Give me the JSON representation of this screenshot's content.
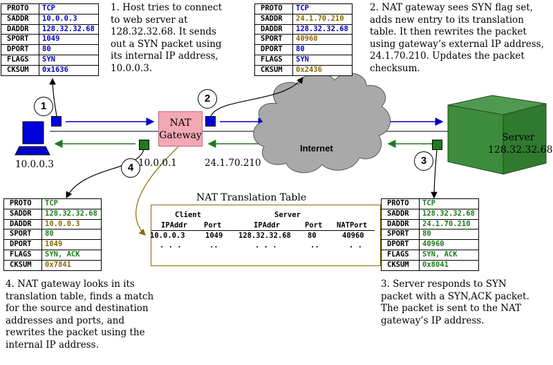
{
  "packets": {
    "p1": {
      "rows": [
        {
          "key": "PROTO",
          "value": "TCP",
          "color": "#0000cc"
        },
        {
          "key": "SADDR",
          "value": "10.0.0.3",
          "color": "#0000cc"
        },
        {
          "key": "DADDR",
          "value": "128.32.32.68",
          "color": "#0000cc"
        },
        {
          "key": "SPORT",
          "value": "1049",
          "color": "#0000cc"
        },
        {
          "key": "DPORT",
          "value": "80",
          "color": "#0000cc"
        },
        {
          "key": "FLAGS",
          "value": "SYN",
          "color": "#0000cc"
        },
        {
          "key": "CKSUM",
          "value": "0x1636",
          "color": "#0000cc"
        }
      ]
    },
    "p2": {
      "rows": [
        {
          "key": "PROTO",
          "value": "TCP",
          "color": "#0000cc"
        },
        {
          "key": "SADDR",
          "value": "24.1.70.210",
          "color": "#8a6a00"
        },
        {
          "key": "DADDR",
          "value": "128.32.32.68",
          "color": "#0000cc"
        },
        {
          "key": "SPORT",
          "value": "40960",
          "color": "#8a6a00"
        },
        {
          "key": "DPORT",
          "value": "80",
          "color": "#0000cc"
        },
        {
          "key": "FLAGS",
          "value": "SYN",
          "color": "#0000cc"
        },
        {
          "key": "CKSUM",
          "value": "0x2436",
          "color": "#8a6a00"
        }
      ]
    },
    "p3": {
      "rows": [
        {
          "key": "PROTO",
          "value": "TCP",
          "color": "#1f7a1f"
        },
        {
          "key": "SADDR",
          "value": "128.32.32.68",
          "color": "#1f7a1f"
        },
        {
          "key": "DADDR",
          "value": "24.1.70.210",
          "color": "#1f7a1f"
        },
        {
          "key": "SPORT",
          "value": "80",
          "color": "#1f7a1f"
        },
        {
          "key": "DPORT",
          "value": "40960",
          "color": "#1f7a1f"
        },
        {
          "key": "FLAGS",
          "value": "SYN, ACK",
          "color": "#1f7a1f"
        },
        {
          "key": "CKSUM",
          "value": "0x8041",
          "color": "#1f7a1f"
        }
      ]
    },
    "p4": {
      "rows": [
        {
          "key": "PROTO",
          "value": "TCP",
          "color": "#1f7a1f"
        },
        {
          "key": "SADDR",
          "value": "128.32.32.68",
          "color": "#1f7a1f"
        },
        {
          "key": "DADDR",
          "value": "10.0.0.3",
          "color": "#8a6a00"
        },
        {
          "key": "SPORT",
          "value": "80",
          "color": "#1f7a1f"
        },
        {
          "key": "DPORT",
          "value": "1049",
          "color": "#8a6a00"
        },
        {
          "key": "FLAGS",
          "value": "SYN, ACK",
          "color": "#1f7a1f"
        },
        {
          "key": "CKSUM",
          "value": "0x7841",
          "color": "#8a6a00"
        }
      ]
    }
  },
  "steps": {
    "s1": "1. Host tries to connect\nto web server at\n128.32.32.68. It sends\nout a SYN packet using\nits internal IP address,\n10.0.0.3.",
    "s2": "2. NAT gateway sees SYN flag set,\nadds new entry to its translation\ntable. It then rewrites the packet\nusing gateway’s external IP address,\n24.1.70.210. Updates the packet\nchecksum.",
    "s3": "3. Server responds to SYN\npacket with a SYN,ACK packet.\nThe packet is sent to the NAT\ngateway’s IP address.",
    "s4": "4. NAT gateway looks in its\ntranslation table, finds a match\nfor the source and destination\naddresses and ports, and\nrewrites the packet using the\ninternal IP address."
  },
  "badges": {
    "b1": "1",
    "b2": "2",
    "b3": "3",
    "b4": "4"
  },
  "host": {
    "ip": "10.0.0.3"
  },
  "nat": {
    "label_line1": "NAT",
    "label_line2": "Gateway",
    "internal_ip": "10.0.0.1",
    "external_ip": "24.1.70.210"
  },
  "internet": {
    "label": "Internet"
  },
  "server": {
    "label": "Server",
    "ip": "128.32.32.68"
  },
  "table": {
    "title": "NAT Translation Table",
    "group_client": "Client",
    "group_server": "Server",
    "headers": [
      "IPAddr",
      "Port",
      "IPAddr",
      "Port",
      "NATPort"
    ],
    "row1": [
      "10.0.0.3",
      "1049",
      "128.32.32.68",
      "80",
      "40960"
    ],
    "row2": [
      ". . .",
      "..",
      ". . .",
      "..",
      ". ."
    ]
  },
  "colors": {
    "outbound": "#0000cc",
    "inbound": "#1f7a1f",
    "highlight": "#8a6a00",
    "nat_box": "#f4a8b4",
    "server": "#3c8c3c",
    "cloud": "#a9a9a9"
  }
}
